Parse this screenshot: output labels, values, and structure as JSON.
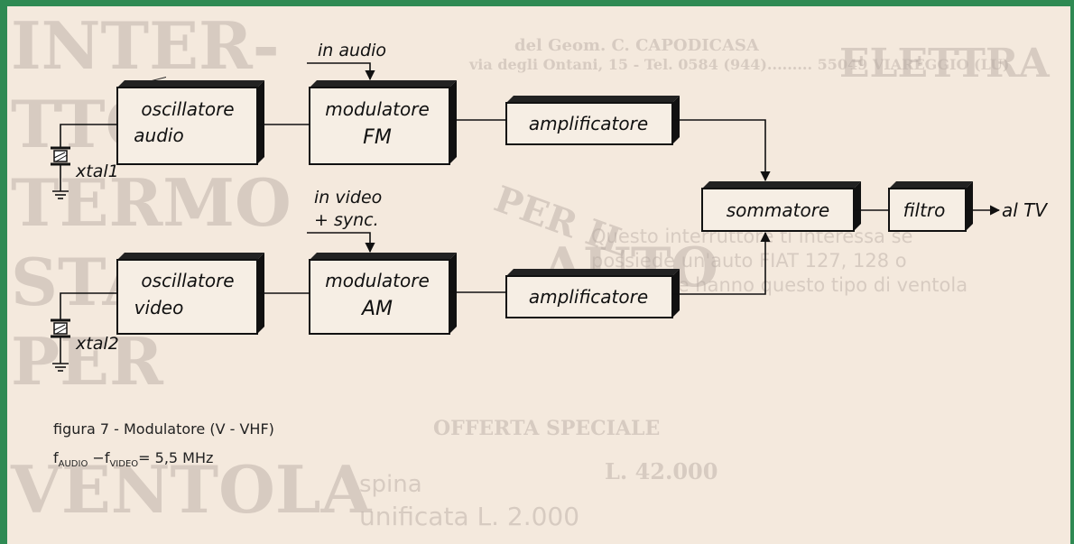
{
  "diagram": {
    "blocks": {
      "osc_audio": [
        "oscillatore",
        "audio"
      ],
      "mod_fm": [
        "modulatore",
        "FM"
      ],
      "amp_top": [
        "amplificatore"
      ],
      "osc_video": [
        "oscillatore",
        "video"
      ],
      "mod_am": [
        "modulatore",
        "AM"
      ],
      "amp_bottom": [
        "amplificatore"
      ],
      "sommatore": [
        "sommatore"
      ],
      "filtro": [
        "filtro"
      ]
    },
    "inputs": {
      "audio": "in audio",
      "video_line1": "in video",
      "video_line2": "+ sync."
    },
    "crystals": {
      "top": "xtal1",
      "bottom": "xtal2"
    },
    "output": "al TV"
  },
  "caption": {
    "title": "figura 7 - Modulatore (V - VHF)",
    "f_left": "f",
    "sub_audio": "AUDIO",
    "minus": " −f",
    "sub_video": "VIDEO",
    "equation_rhs": "= 5,5 MHz"
  },
  "background_text": {
    "elettra": "ELETTRA",
    "geom_line1": "del Geom. C. CAPODICASA",
    "geom_line2": "via degli Ontani, 15 - Tel. 0584 (944)......... 55049 VIAREGGIO (LU)",
    "inter": "INTER-",
    "ttore": "TTORE",
    "termo": "TERMO",
    "stato": "STATO",
    "per": "PER",
    "ventola": "VENTOLA",
    "per_il": "PER IL",
    "auto": "AUTO",
    "offerta": "OFFERTA SPECIALE",
    "price": "L. 42.000",
    "para1": "Questo interruttore ti interessa se",
    "para2": "possiede un'auto FIAT 127, 128 o",
    "para3": "quelle che hanno questo tipo di ventola",
    "spine": "spina",
    "unificata": "unificata L. 2.000"
  }
}
